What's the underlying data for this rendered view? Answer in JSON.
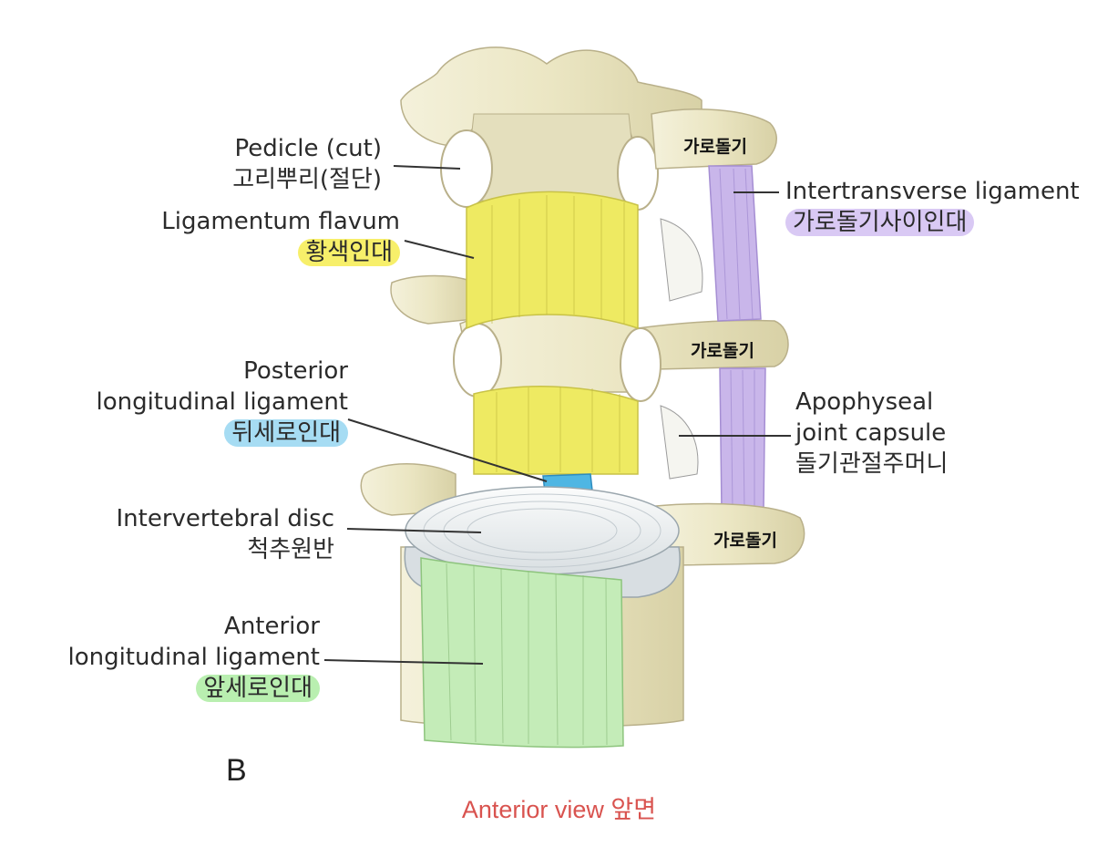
{
  "labels": {
    "pedicle": {
      "en": "Pedicle (cut)",
      "ko": "고리뿌리(절단)"
    },
    "ligamentum_flavum": {
      "en": "Ligamentum flavum",
      "ko": "황색인대"
    },
    "posterior_longitudinal": {
      "en1": "Posterior",
      "en2": "longitudinal ligament",
      "ko": "뒤세로인대"
    },
    "intervertebral_disc": {
      "en": "Intervertebral disc",
      "ko": "척추원반"
    },
    "anterior_longitudinal": {
      "en1": "Anterior",
      "en2": "longitudinal ligament",
      "ko": "앞세로인대"
    },
    "intertransverse": {
      "en": "Intertransverse ligament",
      "ko": "가로돌기사이인대"
    },
    "apophyseal": {
      "en1": "Apophyseal",
      "en2": "joint capsule",
      "ko": "돌기관절주머니"
    }
  },
  "transverse_process_labels": [
    "가로돌기",
    "가로돌기",
    "가로돌기"
  ],
  "panel_letter": "B",
  "caption": "Anterior view 앞면",
  "colors": {
    "bone": "#eeeacb",
    "bone_shadow": "#c9c29a",
    "ligamentum_flavum": "#eeea62",
    "intertransverse": "#c9b6ea",
    "posterior_ligament": "#4fb6e3",
    "anterior_ligament": "#c4ecb8",
    "disc": "#f1f4f5",
    "caption": "#d9534f"
  }
}
